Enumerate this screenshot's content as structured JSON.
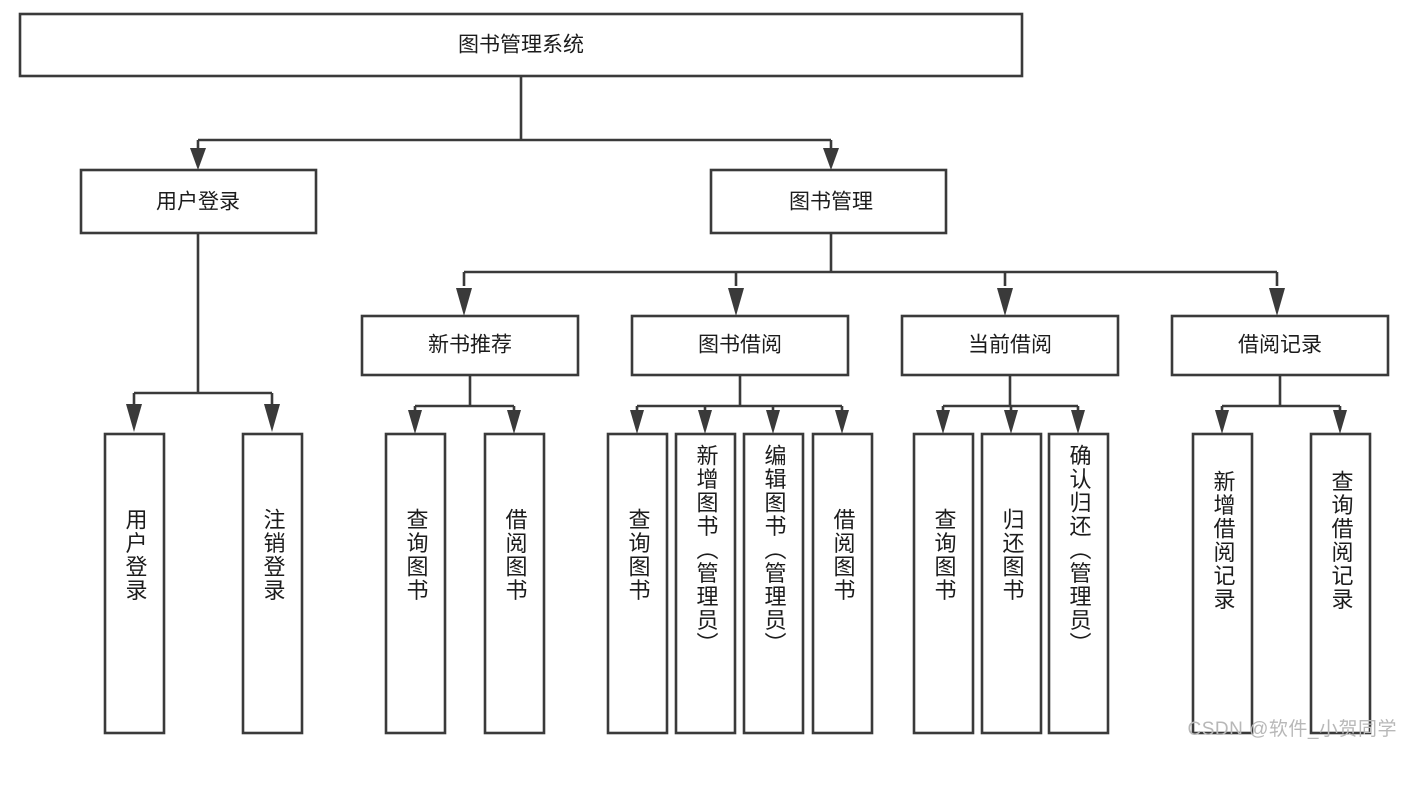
{
  "diagram": {
    "title": "图书管理系统",
    "type": "hierarchy-tree",
    "watermark": "CSDN @软件_小贺同学",
    "colors": {
      "box_stroke": "#3a3a3a",
      "box_fill": "#ffffff",
      "text": "#1c1c1c",
      "background": "#ffffff",
      "watermark": "#b8b8b8"
    },
    "root": {
      "label": "图书管理系统"
    },
    "level2": [
      {
        "label": "用户登录"
      },
      {
        "label": "图书管理"
      }
    ],
    "level3": [
      {
        "label": "新书推荐"
      },
      {
        "label": "图书借阅"
      },
      {
        "label": "当前借阅"
      },
      {
        "label": "借阅记录"
      }
    ],
    "leaves": {
      "user_login": [
        {
          "label": "用户登录"
        },
        {
          "label": "注销登录"
        }
      ],
      "new_book_recommend": [
        {
          "label": "查询图书"
        },
        {
          "label": "借阅图书"
        }
      ],
      "book_borrow": [
        {
          "label": "查询图书"
        },
        {
          "label": "新增图书（管理员）"
        },
        {
          "label": "编辑图书（管理员）"
        },
        {
          "label": "借阅图书"
        }
      ],
      "current_borrow": [
        {
          "label": "查询图书"
        },
        {
          "label": "归还图书"
        },
        {
          "label": "确认归还（管理员）"
        }
      ],
      "borrow_record": [
        {
          "label": "新增借阅记录"
        },
        {
          "label": "查询借阅记录"
        }
      ]
    }
  }
}
